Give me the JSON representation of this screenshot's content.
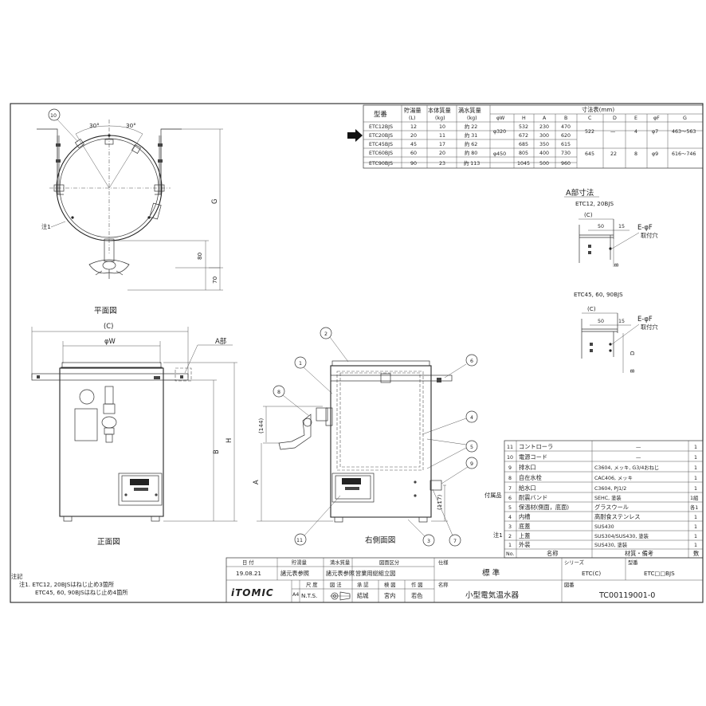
{
  "spec_table": {
    "headers": [
      "型番",
      "貯湯量",
      "本体質量",
      "満水質量",
      "寸法表(mm)"
    ],
    "units": [
      "(L)",
      "(kg)",
      "(kg)"
    ],
    "dim_headers": [
      "φW",
      "H",
      "A",
      "B",
      "C",
      "D",
      "E",
      "φF",
      "G"
    ],
    "rows": [
      {
        "model": "ETC12BJS",
        "vol": "12",
        "mass": "10",
        "full": "約 22",
        "W": "φ320",
        "H": "532",
        "A": "230",
        "B": "470",
        "C": "522",
        "D": "—",
        "E": "4",
        "F": "φ7",
        "G": "463～563"
      },
      {
        "model": "ETC20BJS",
        "vol": "20",
        "mass": "11",
        "full": "約 31",
        "W": "",
        "H": "672",
        "A": "300",
        "B": "620",
        "C": "",
        "D": "",
        "E": "",
        "F": "",
        "G": ""
      },
      {
        "model": "ETC45BJS",
        "vol": "45",
        "mass": "17",
        "full": "約 62",
        "W": "φ450",
        "H": "685",
        "A": "350",
        "B": "615",
        "C": "645",
        "D": "22",
        "E": "8",
        "F": "φ9",
        "G": "616～746"
      },
      {
        "model": "ETC60BJS",
        "vol": "60",
        "mass": "20",
        "full": "約 80",
        "W": "",
        "H": "805",
        "A": "400",
        "B": "730",
        "C": "",
        "D": "",
        "E": "",
        "F": "",
        "G": ""
      },
      {
        "model": "ETC90BJS",
        "vol": "90",
        "mass": "23",
        "full": "約 113",
        "W": "",
        "H": "1045",
        "A": "500",
        "B": "960",
        "C": "",
        "D": "",
        "E": "",
        "F": "",
        "G": ""
      }
    ]
  },
  "detail_a": {
    "title": "A部寸法",
    "sub1": "ETC12, 20BJS",
    "sub2": "ETC45, 60, 90BJS",
    "c_label": "(C)",
    "dim50": "50",
    "dim15": "15",
    "hole": "E-φF",
    "hole_note": "取付穴",
    "b": "B",
    "d": "D"
  },
  "views": {
    "plan": "平面図",
    "front": "正面図",
    "right": "右側面図"
  },
  "plan_dims": {
    "angle1": "30°",
    "angle2": "30°",
    "g": "G",
    "d80": "80",
    "d70": "70",
    "note": "注1"
  },
  "front_dims": {
    "c": "(C)",
    "w": "φW",
    "a_part": "A部",
    "b": "B",
    "h": "H"
  },
  "side_dims": {
    "d144": "(144)",
    "a": "A",
    "d117": "(117)"
  },
  "callouts": [
    "1",
    "2",
    "3",
    "4",
    "5",
    "6",
    "7",
    "8",
    "9",
    "10",
    "11"
  ],
  "parts": [
    {
      "no": "11",
      "name": "コントローラ",
      "mat": "—",
      "qty": "1"
    },
    {
      "no": "10",
      "name": "電源コード",
      "mat": "—",
      "qty": "1"
    },
    {
      "no": "9",
      "name": "排水口",
      "mat": "C3604, メッキ, G3/4おねじ",
      "qty": "1"
    },
    {
      "no": "8",
      "name": "自在水栓",
      "mat": "CAC406, メッキ",
      "qty": "1"
    },
    {
      "no": "7",
      "name": "給水口",
      "mat": "C3604, PJ1/2",
      "qty": "1"
    },
    {
      "no": "6",
      "name": "耐震バンド",
      "mat": "SEHC, 塗装",
      "qty": "1組"
    },
    {
      "no": "5",
      "name": "保温材(側面，底面)",
      "mat": "グラスウール",
      "qty": "各1"
    },
    {
      "no": "4",
      "name": "内槽",
      "mat": "高耐食ステンレス",
      "qty": "1"
    },
    {
      "no": "3",
      "name": "底蓋",
      "mat": "SUS430",
      "qty": "1"
    },
    {
      "no": "2",
      "name": "上蓋",
      "mat": "SUS304/SUS430, 塗装",
      "qty": "1"
    },
    {
      "no": "1",
      "name": "外装",
      "mat": "SUS430, 塗装",
      "qty": "1"
    }
  ],
  "parts_side": {
    "accessory": "付属品",
    "note1": "注1"
  },
  "parts_header": {
    "no": "No.",
    "name": "名称",
    "mat": "材質・備考",
    "qty": "数"
  },
  "title_block": {
    "date_label": "日 付",
    "date": "19.08.21",
    "vol_label": "貯湯量",
    "vol": "諸元表参照",
    "full_label": "満水質量",
    "full": "諸元表参照",
    "cat_label": "図面区分",
    "cat": "営業用総組立図",
    "spec_label": "仕様",
    "spec": "標 準",
    "series_label": "シリーズ",
    "series": "ETC(C)",
    "model_label": "型番",
    "model": "ETC□□BJS",
    "scale_label": "尺 度",
    "scale": "N.T.S.",
    "proj_label": "図 法",
    "approve_label": "承 認",
    "approve": "結城",
    "check_label": "検 図",
    "check": "宮内",
    "draw_label": "作 図",
    "draw": "若色",
    "name_label": "名称",
    "name": "小型電気温水器",
    "dwg_label": "図番",
    "dwg": "TC00119001-0",
    "brand": "iTOMIC",
    "aa": "A4"
  },
  "notes": {
    "title": "注記",
    "line1": "注1. ETC12, 20BJSはねじ止め3箇所",
    "line2": "ETC45, 60, 90BJSはねじ止め4箇所"
  }
}
